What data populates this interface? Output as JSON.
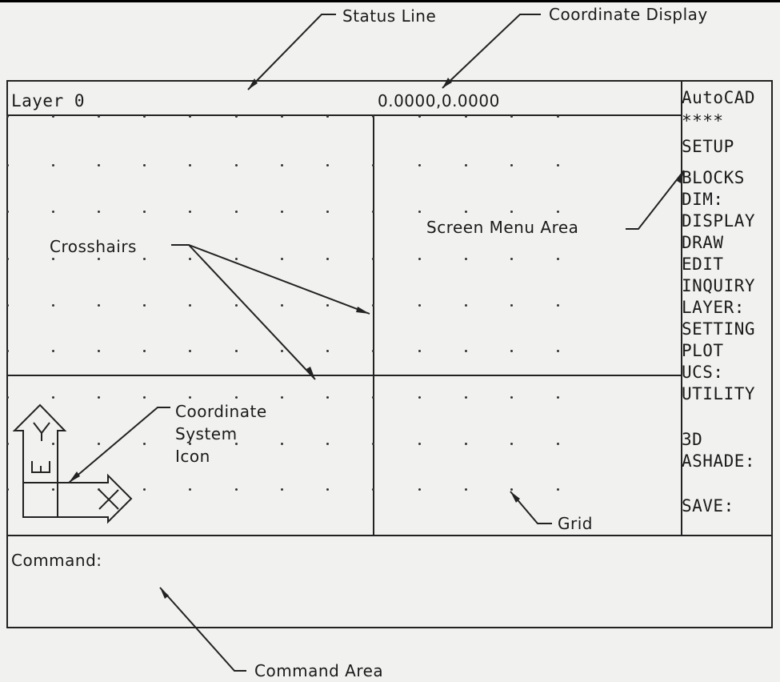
{
  "callouts": {
    "status_line": "Status Line",
    "coordinate_display": "Coordinate Display",
    "crosshairs": "Crosshairs",
    "screen_menu_area": "Screen Menu Area",
    "coordinate_system_icon": [
      "Coordinate",
      "System",
      "Icon"
    ],
    "grid": "Grid",
    "command_area": "Command Area"
  },
  "status_line": {
    "layer": "Layer 0",
    "coordinates": "0.0000,0.0000"
  },
  "screen_menu": {
    "title": "AutoCAD",
    "separator": "****",
    "items": [
      "SETUP",
      "BLOCKS",
      "DIM:",
      "DISPLAY",
      "DRAW",
      "EDIT",
      "INQUIRY",
      "LAYER:",
      "SETTING",
      "PLOT",
      "UCS:",
      "UTILITY",
      "3D",
      "ASHADE:",
      "SAVE:"
    ]
  },
  "ucs_icon": {
    "x_label": "X",
    "y_label": "Y",
    "w_label": "W"
  },
  "command_area": {
    "prompt": "Command:"
  }
}
